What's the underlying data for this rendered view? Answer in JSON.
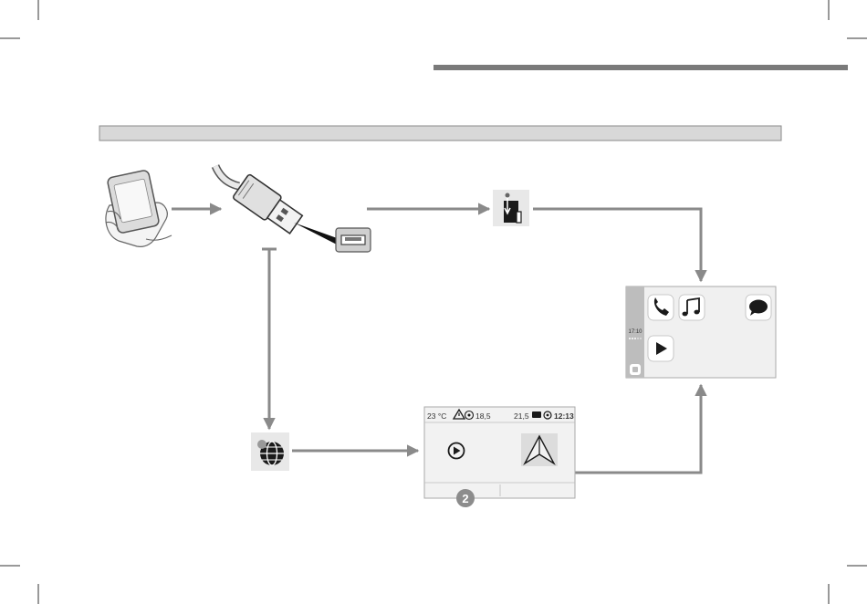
{
  "home_screen": {
    "temperature": "23 °C",
    "value_left": "18,5",
    "value_right": "21,5",
    "clock": "12:13",
    "badge_number": "2"
  },
  "phone_projection": {
    "time": "17:10"
  },
  "icons": {
    "smartphone": "smartphone-in-hand-icon",
    "usb_plug": "usb-plug-icon",
    "usb_port": "usb-port-icon",
    "touch_app": "touch-application-icon",
    "connect_app": "connect-app-globe-icon",
    "phone": "phone-icon",
    "music": "music-icon",
    "messages": "messages-icon",
    "play": "play-icon",
    "warning": "warning-icon",
    "navigation": "navigation-icon",
    "smartphone_mirror": "smartphone-mirroring-icon"
  },
  "colors": {
    "arrow": "#8a8a8a",
    "band": "#d8d8d8",
    "header_rule": "#7a7a7a",
    "badge": "#8c8c8c"
  }
}
